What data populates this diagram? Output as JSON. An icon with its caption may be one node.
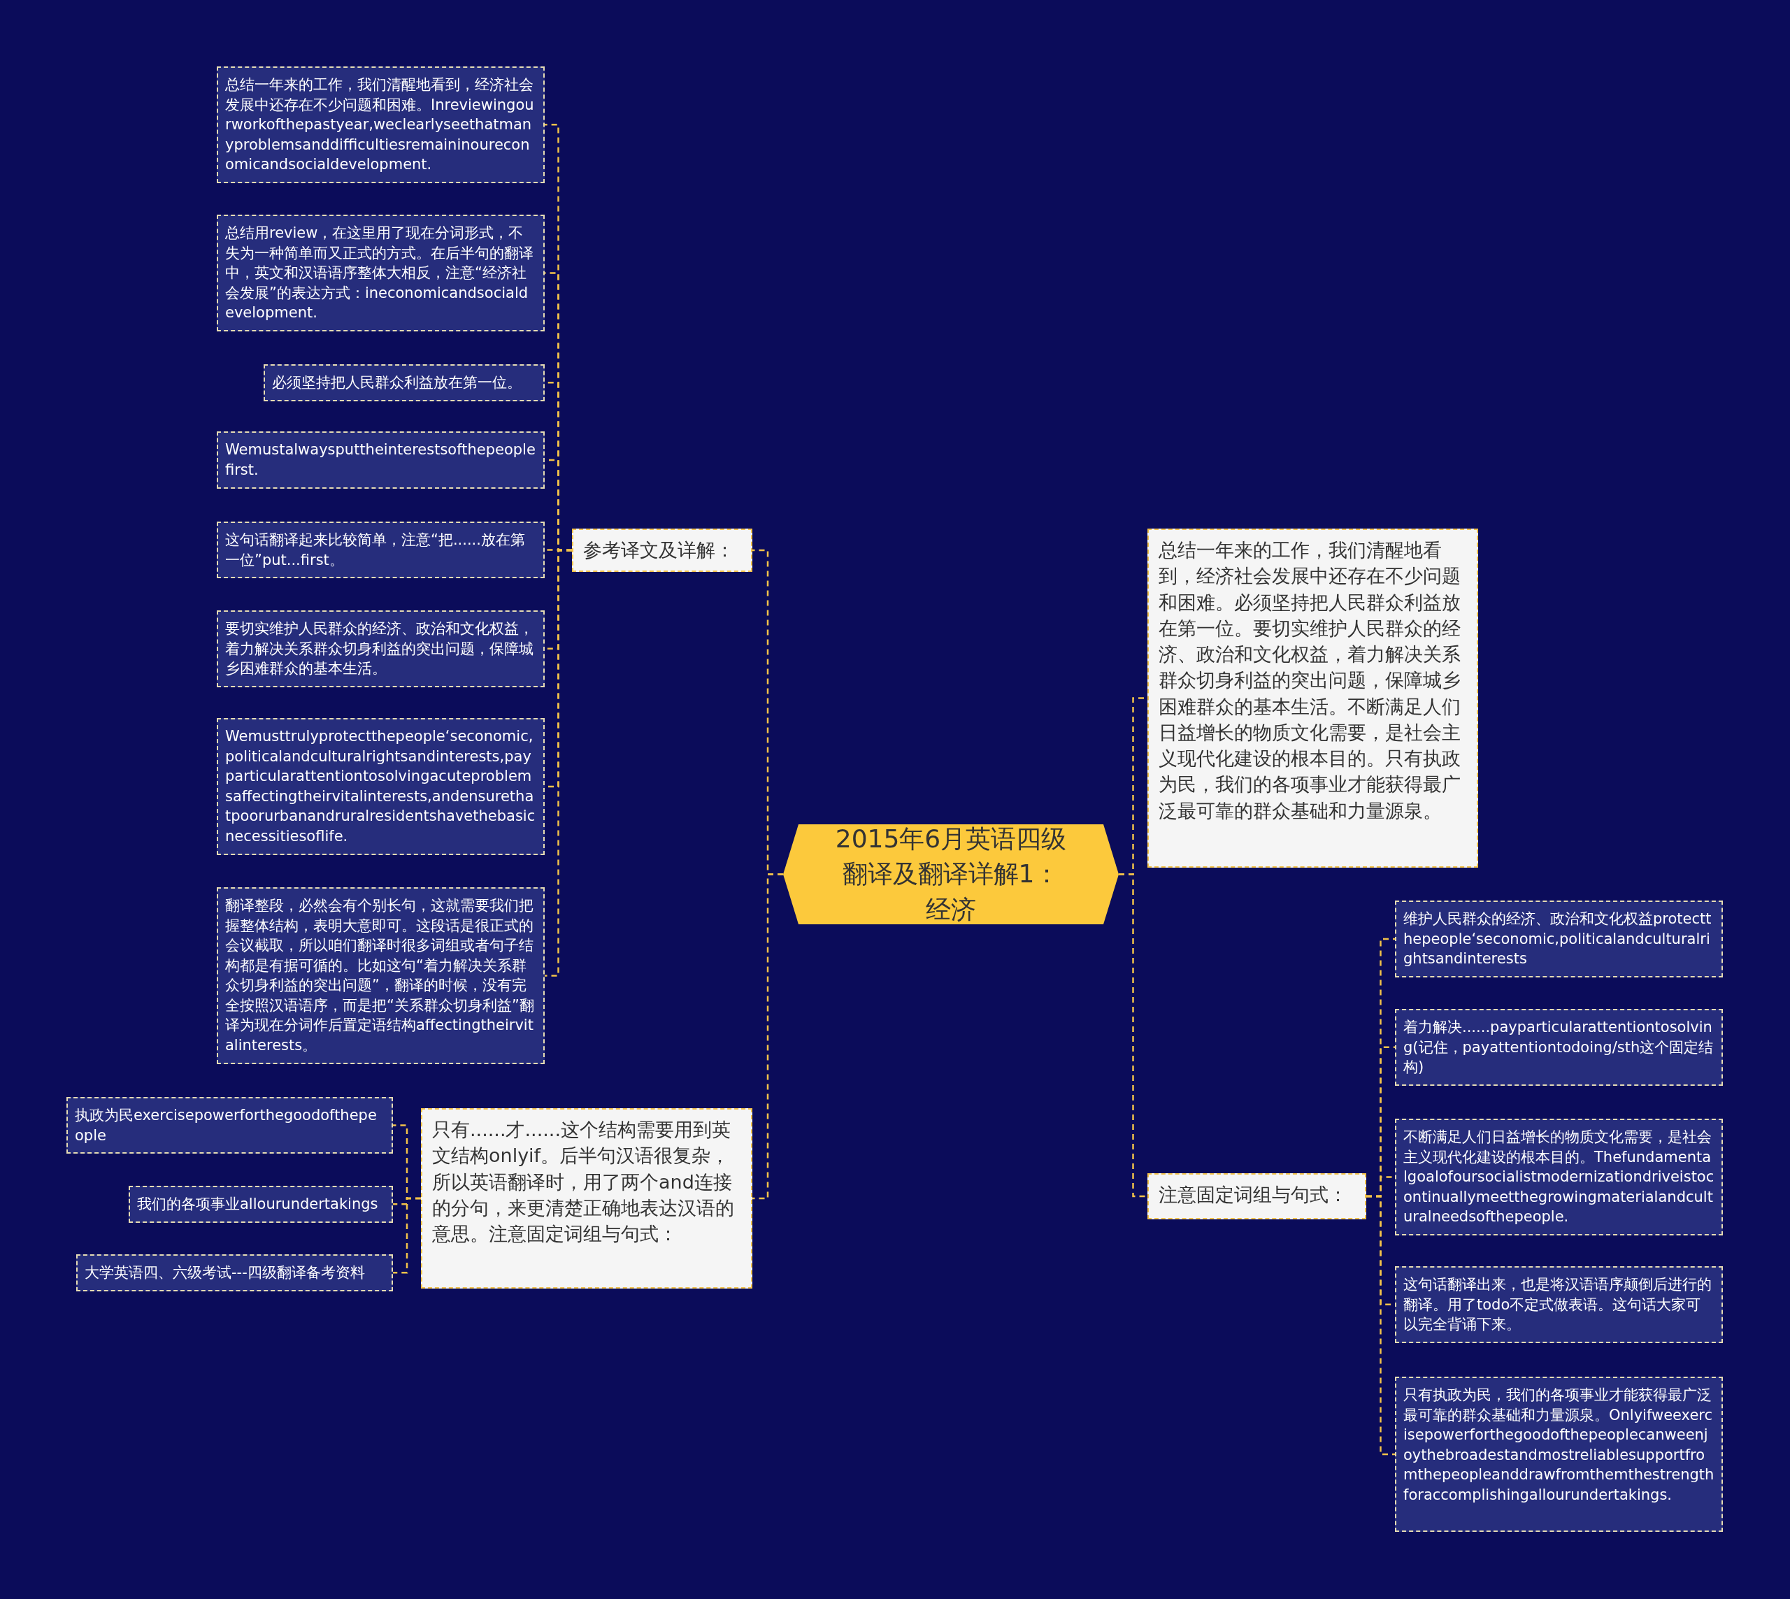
{
  "diagram": {
    "nodes": [
      {
        "text": [
          "2015年6月英语四级翻译及翻译详解1：经济"
        ]
      },
      {
        "text": [
          "参考译文及详解："
        ]
      },
      {
        "text": [
          "总结一年来的工作，我们清醒地看到，经济社会发展中还存在不少问题和困难。Inreviewingourworkofthepastyear,weclearlyseethatmanyproblemsanddifficultiesremaininoureconomicandsocialdevelopment."
        ]
      },
      {
        "text": [
          "总结用review，在这里用了现在分词形式，不失为一种简单而又正式的方式。在后半句的翻译中，英文和汉语语序整体大相反，注意“经济社会发展”的表达方式：ineconomicandsocialdevelopment."
        ]
      },
      {
        "text": [
          "必须坚持把人民群众利益放在第一位。"
        ]
      },
      {
        "text": [
          "Wemustalwaysputtheinterestsofthepeoplefirst."
        ]
      },
      {
        "text": [
          "这句话翻译起来比较简单，注意“把......放在第一位”put...first。"
        ]
      },
      {
        "text": [
          "要切实维护人民群众的经济、政治和文化权益，着力解决关系群众切身利益的突出问题，保障城乡困难群众的基本生活。"
        ]
      },
      {
        "text": [
          "Wemusttrulyprotectthepeople‘seconomic,politicalandculturalrightsandinterests,payparticularattentiontosolvingacuteproblemsaffectingtheirvitalinterests,andensurethatpoorurbanandruralresidentshavethebasicnecessitiesoflife."
        ]
      },
      {
        "text": [
          "翻译整段，必然会有个别长句，这就需要我们把握整体结构，表明大意即可。这段话是很正式的会议截取，所以咱们翻译时很多词组或者句子结构都是有据可循的。比如这句“着力解决关系群众切身利益的突出问题”，翻译的时候，没有完全按照汉语语序，而是把“关系群众切身利益”翻译为现在分词作后置定语结构affectingtheirvitalinterests。"
        ]
      },
      {
        "text": [
          "只有......才......这个结构需要用到英文结构onlyif。后半句汉语很复杂，所以英语翻译时，用了两个and连接的分句，来更清楚正确地表达汉语的意思。注意固定词组与句式："
        ]
      },
      {
        "text": [
          "执政为民exercisepowerforthegoodofthepeople"
        ]
      },
      {
        "text": [
          "我们的各项事业allourundertakings"
        ]
      },
      {
        "text": [
          "大学英语四、六级考试---四级翻译备考资料"
        ]
      },
      {
        "text": [
          "总结一年来的工作，我们清醒地看到，经济社会发展中还存在不少问题和困难。必须坚持把人民群众利益放在第一位。要切实维护人民群众的经济、政治和文化权益，着力解决关系群众切身利益的突出问题，保障城乡困难群众的基本生活。不断满足人们日益增长的物质文化需要，是社会主义现代化建设的根本目的。只有执政为民，我们的各项事业才能获得最广泛最可靠的群众基础和力量源泉。"
        ]
      },
      {
        "text": [
          "注意固定词组与句式："
        ]
      },
      {
        "text": [
          "维护人民群众的经济、政治和文化权益protectthepeople‘seconomic,politicalandculturalrightsandinterests"
        ]
      },
      {
        "text": [
          "着力解决......payparticularattentiontosolving(记住，payattentiontodoing/sth这个固定结构)"
        ]
      },
      {
        "text": [
          "不断满足人们日益增长的物质文化需要，是社会主义现代化建设的根本目的。Thefundamentalgoalofoursocialistmodernizationdriveistocontinuallymeetthegrowingmaterialandculturalneedsofthepeople."
        ]
      },
      {
        "text": [
          "这句话翻译出来，也是将汉语语序颠倒后进行的翻译。用了todo不定式做表语。这句话大家可以完全背诵下来。"
        ]
      },
      {
        "text": [
          "只有执政为民，我们的各项事业才能获得最广泛最可靠的群众基础和力量源泉。Onlyifweexercisepowerforthegoodofthepeoplecanweenjoythebroadestandmostreliablesupportfromthepeopleanddrawfromthemthestrengthforaccomplishingallourundertakings."
        ]
      }
    ],
    "edges": [
      {
        "from": 0,
        "to": 1,
        "arrow": "none",
        "style": "dashed"
      },
      {
        "from": 0,
        "to": 10,
        "arrow": "none",
        "style": "dashed"
      },
      {
        "from": 0,
        "to": 14,
        "arrow": "none",
        "style": "dashed"
      },
      {
        "from": 0,
        "to": 15,
        "arrow": "none",
        "style": "dashed"
      },
      {
        "from": 1,
        "to": 2,
        "arrow": "none",
        "style": "dashed"
      },
      {
        "from": 1,
        "to": 3,
        "arrow": "none",
        "style": "dashed"
      },
      {
        "from": 1,
        "to": 4,
        "arrow": "none",
        "style": "dashed"
      },
      {
        "from": 1,
        "to": 5,
        "arrow": "none",
        "style": "dashed"
      },
      {
        "from": 1,
        "to": 6,
        "arrow": "none",
        "style": "dashed"
      },
      {
        "from": 1,
        "to": 7,
        "arrow": "none",
        "style": "dashed"
      },
      {
        "from": 1,
        "to": 8,
        "arrow": "none",
        "style": "dashed"
      },
      {
        "from": 1,
        "to": 9,
        "arrow": "none",
        "style": "dashed"
      },
      {
        "from": 10,
        "to": 11,
        "arrow": "none",
        "style": "dashed"
      },
      {
        "from": 10,
        "to": 12,
        "arrow": "none",
        "style": "dashed"
      },
      {
        "from": 10,
        "to": 13,
        "arrow": "none",
        "style": "dashed"
      },
      {
        "from": 15,
        "to": 16,
        "arrow": "none",
        "style": "dashed"
      },
      {
        "from": 15,
        "to": 17,
        "arrow": "none",
        "style": "dashed"
      },
      {
        "from": 15,
        "to": 18,
        "arrow": "none",
        "style": "dashed"
      },
      {
        "from": 15,
        "to": 19,
        "arrow": "none",
        "style": "dashed"
      },
      {
        "from": 15,
        "to": 20,
        "arrow": "none",
        "style": "dashed"
      }
    ]
  }
}
